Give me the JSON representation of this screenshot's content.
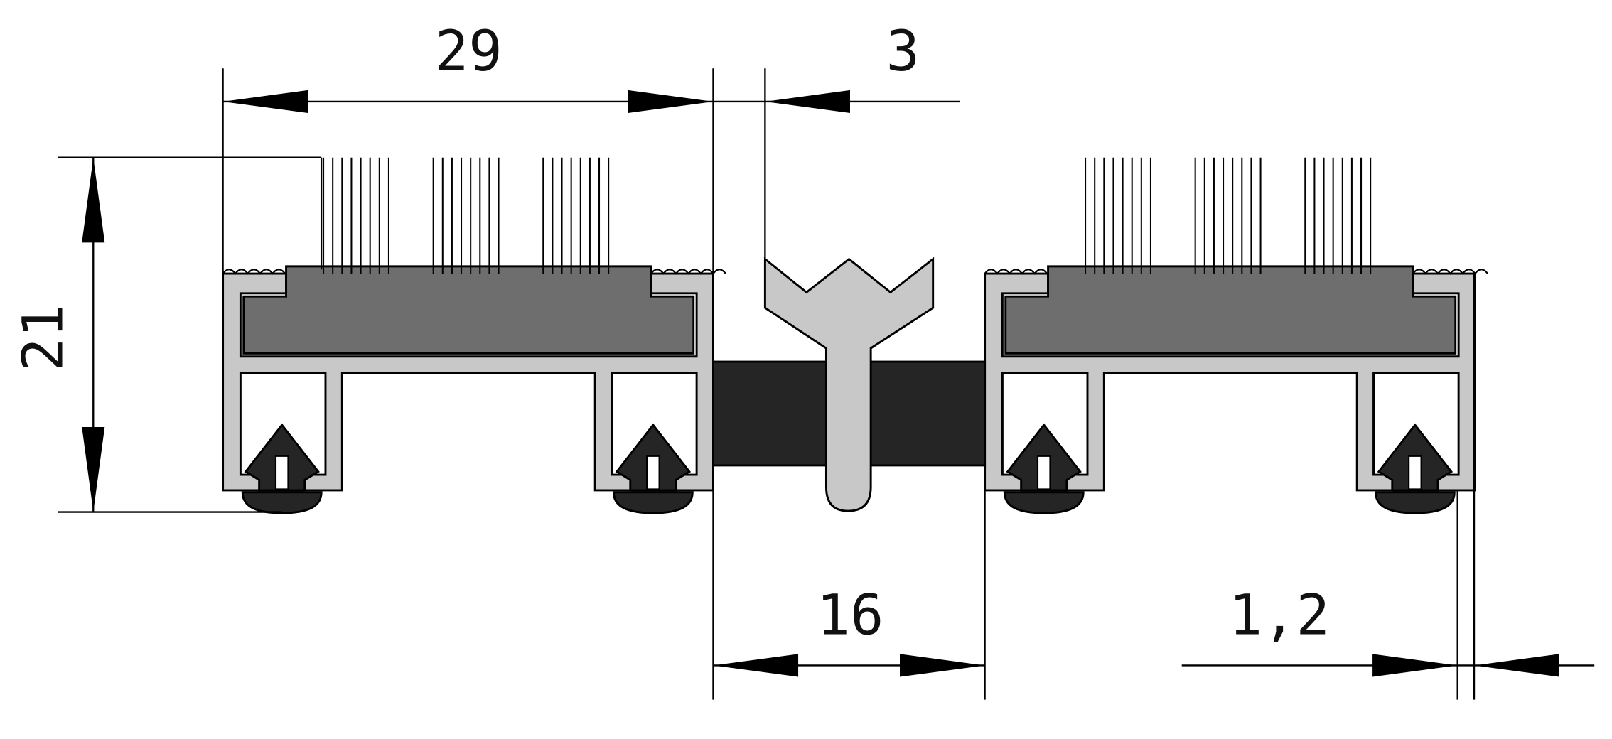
{
  "dimensions": {
    "width_module": "29",
    "gap_top": "3",
    "height": "21",
    "gap_bottom": "16",
    "wall": "1,2"
  },
  "colors": {
    "profile": "#c8c8c8",
    "insert": "#6e6e6e",
    "rubber": "#252525",
    "line": "#000000",
    "background": "#ffffff"
  }
}
